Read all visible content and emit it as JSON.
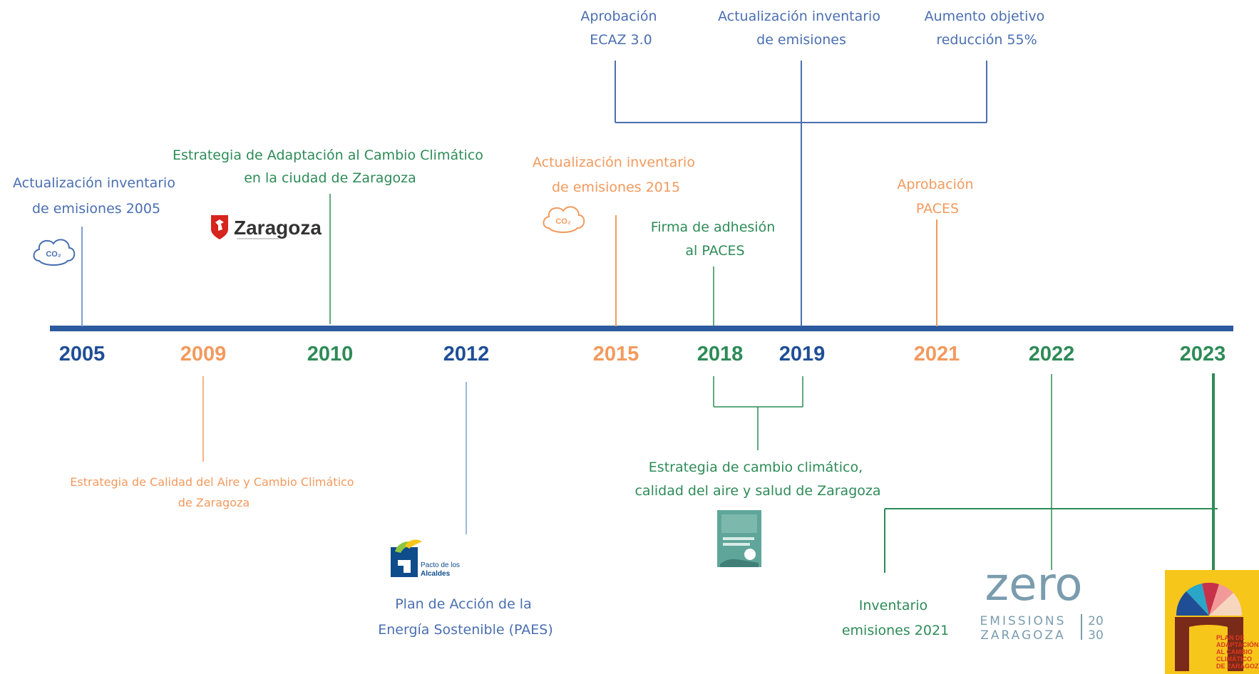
{
  "colors": {
    "axis": "#2d5a9e",
    "blue": "#4a6fb0",
    "year_blue": "#1f4e96",
    "orange": "#f29a5e",
    "green": "#2e8b57",
    "zero_logo": "#7a9cae",
    "plan_logo_bg": "#f7c61b",
    "plan_logo_text": "#d9381e"
  },
  "years": [
    "2005",
    "2009",
    "2010",
    "2012",
    "2015",
    "2018",
    "2019",
    "2021",
    "2022",
    "2023"
  ],
  "events": {
    "e2005": [
      "Actualización inventario",
      "de emisiones 2005"
    ],
    "e2009": [
      "Estrategia de Calidad del Aire y Cambio Climático",
      "de Zaragoza"
    ],
    "e2010": [
      "Estrategia de Adaptación al Cambio Climático",
      "en la ciudad de Zaragoza"
    ],
    "e2012": [
      "Plan de Acción de la",
      "Energía Sostenible (PAES)"
    ],
    "e2015": [
      "Actualización inventario",
      "de emisiones 2015"
    ],
    "e2018a": [
      "Firma de adhesión",
      "al PACES"
    ],
    "e2018b": [
      "Estrategia de cambio climático,",
      "calidad del aire y salud de Zaragoza"
    ],
    "e2019a": [
      "Aprobación",
      "ECAZ 3.0"
    ],
    "e2019b": [
      "Actualización inventario",
      "de emisiones"
    ],
    "e2019c": [
      "Aumento objetivo",
      "reducción 55%"
    ],
    "e2021": [
      "Aprobación",
      "PACES"
    ],
    "e2022": [
      "Inventario",
      "emisiones 2021"
    ]
  },
  "icons": {
    "co2": "co2-cloud-icon",
    "co2_label": "CO₂"
  },
  "logos": {
    "zaragoza": "Zaragoza",
    "pacto": [
      "Pacto de los",
      "Alcaldes"
    ],
    "zero": {
      "word": "zero",
      "line1": "EMISSIONS",
      "line2": "ZARAGOZA",
      "year_top": "20",
      "year_bottom": "30"
    },
    "plan": [
      "PLAN DE",
      "ADAPTACIÓN",
      "AL CAMBIO",
      "CLIMÁTICO",
      "DE ZARAGOZA"
    ]
  }
}
